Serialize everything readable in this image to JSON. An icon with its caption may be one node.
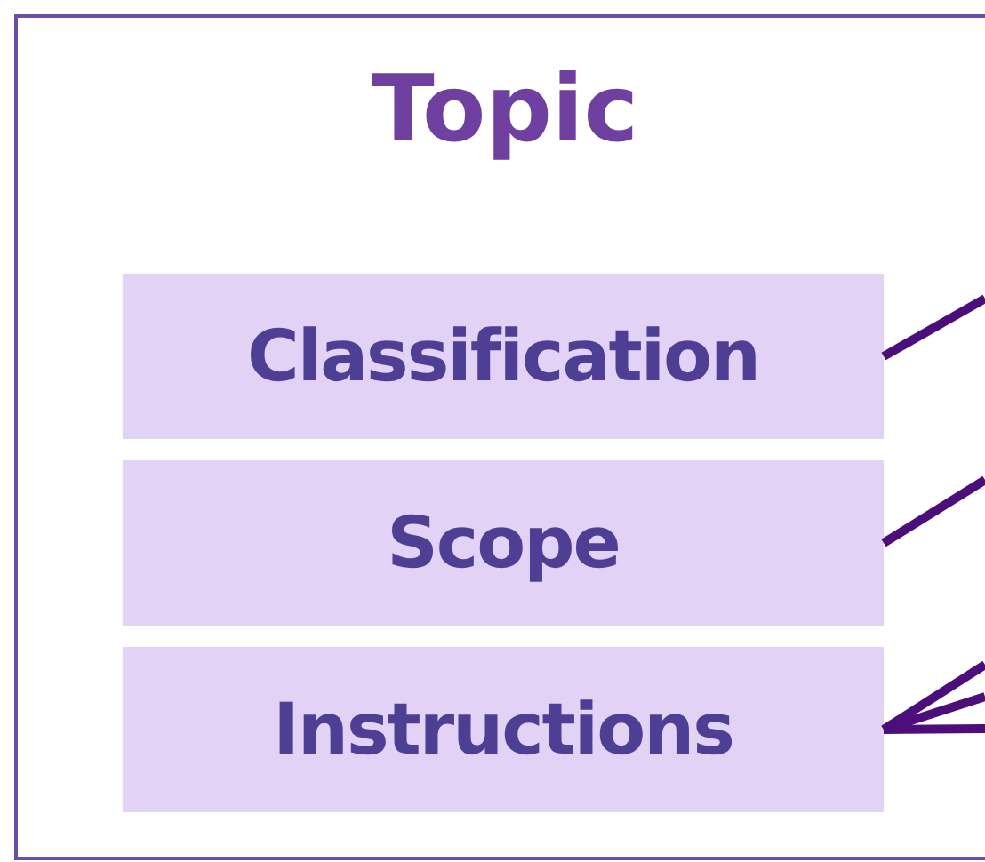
{
  "diagram": {
    "nodes": [
      {
        "text": [
          "Topic"
        ]
      },
      {
        "text": [
          "Classification"
        ],
        "in": 0
      },
      {
        "text": [
          "Scope"
        ],
        "in": 0
      },
      {
        "text": [
          "Instructions"
        ],
        "in": 0
      }
    ],
    "edges": [
      {
        "from": 1,
        "to": null,
        "arrow": "none"
      },
      {
        "from": 2,
        "to": null,
        "arrow": "none"
      },
      {
        "from": 3,
        "to": null,
        "arrow": "none"
      },
      {
        "from": 3,
        "to": null,
        "arrow": "none"
      },
      {
        "from": 3,
        "to": null,
        "arrow": "none"
      }
    ]
  }
}
